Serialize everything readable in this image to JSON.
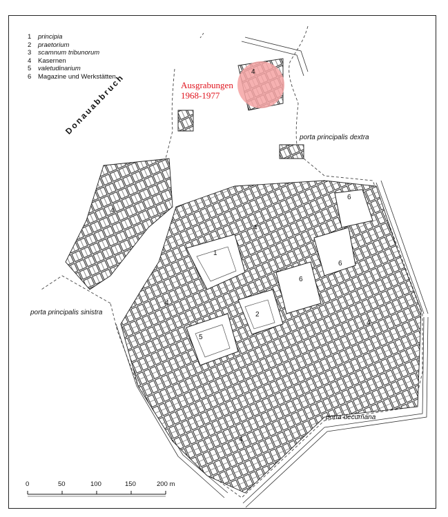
{
  "legend": [
    {
      "num": "1",
      "label": "principia",
      "italic": true
    },
    {
      "num": "2",
      "label": "praetorium",
      "italic": true
    },
    {
      "num": "3",
      "label": "scamnum tribunorum",
      "italic": true
    },
    {
      "num": "4",
      "label": "Kasernen",
      "italic": false
    },
    {
      "num": "5",
      "label": "valetudinarium",
      "italic": true
    },
    {
      "num": "6",
      "label": "Magazine und Werkstätten",
      "italic": false
    }
  ],
  "excavation": {
    "line1": "Ausgrabungen",
    "line2": "1968-1977",
    "number": "4",
    "color": "#f5a3a3"
  },
  "river_label": "Donauabbruch",
  "gates": {
    "dextra": "porta principalis dextra",
    "sinistra": "porta principalis sinistra",
    "decumana": "porta decumana"
  },
  "building_numbers": {
    "principia": "1",
    "praetorium": "2",
    "valetudinarium": "5",
    "kasernen_west": "4",
    "kasernen_center": "4",
    "kasernen_mid": "4",
    "kasernen_east": "4",
    "kasernen_south": "4",
    "magazine_ne": "6",
    "magazine_e": "6",
    "magazine_c": "6"
  },
  "scale": {
    "ticks": [
      "0",
      "50",
      "100",
      "150",
      "200 m"
    ]
  }
}
